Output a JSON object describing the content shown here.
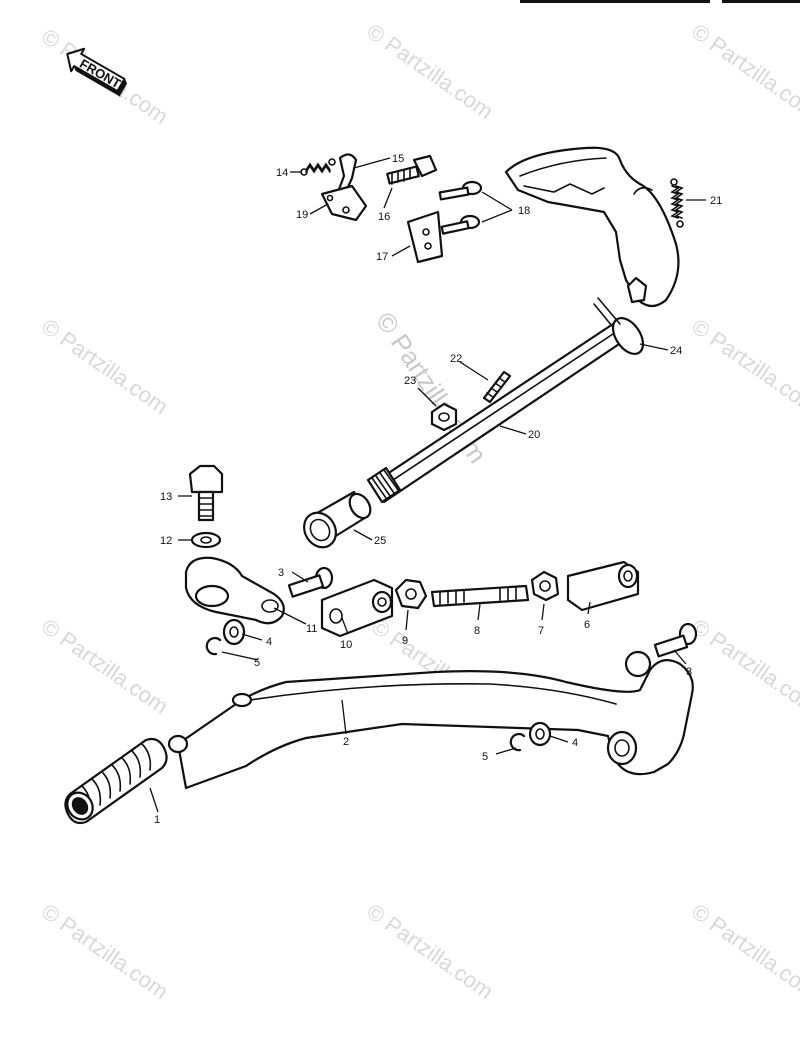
{
  "front_badge": {
    "label": "FRONT"
  },
  "watermark": {
    "text": "© Partzilla.com",
    "center_text": "© Partzilla.com"
  },
  "callouts": [
    {
      "id": "c1",
      "label": "1"
    },
    {
      "id": "c2",
      "label": "2"
    },
    {
      "id": "c3a",
      "label": "3"
    },
    {
      "id": "c3b",
      "label": "3"
    },
    {
      "id": "c4a",
      "label": "4"
    },
    {
      "id": "c4b",
      "label": "4"
    },
    {
      "id": "c5a",
      "label": "5"
    },
    {
      "id": "c5b",
      "label": "5"
    },
    {
      "id": "c6",
      "label": "6"
    },
    {
      "id": "c7",
      "label": "7"
    },
    {
      "id": "c8",
      "label": "8"
    },
    {
      "id": "c9",
      "label": "9"
    },
    {
      "id": "c10",
      "label": "10"
    },
    {
      "id": "c11",
      "label": "11"
    },
    {
      "id": "c12",
      "label": "12"
    },
    {
      "id": "c13",
      "label": "13"
    },
    {
      "id": "c14",
      "label": "14"
    },
    {
      "id": "c15",
      "label": "15"
    },
    {
      "id": "c16",
      "label": "16"
    },
    {
      "id": "c17",
      "label": "17"
    },
    {
      "id": "c18",
      "label": "18"
    },
    {
      "id": "c19",
      "label": "19"
    },
    {
      "id": "c20",
      "label": "20"
    },
    {
      "id": "c21",
      "label": "21"
    },
    {
      "id": "c22",
      "label": "22"
    },
    {
      "id": "c23",
      "label": "23"
    },
    {
      "id": "c24",
      "label": "24"
    },
    {
      "id": "c25",
      "label": "25"
    }
  ]
}
